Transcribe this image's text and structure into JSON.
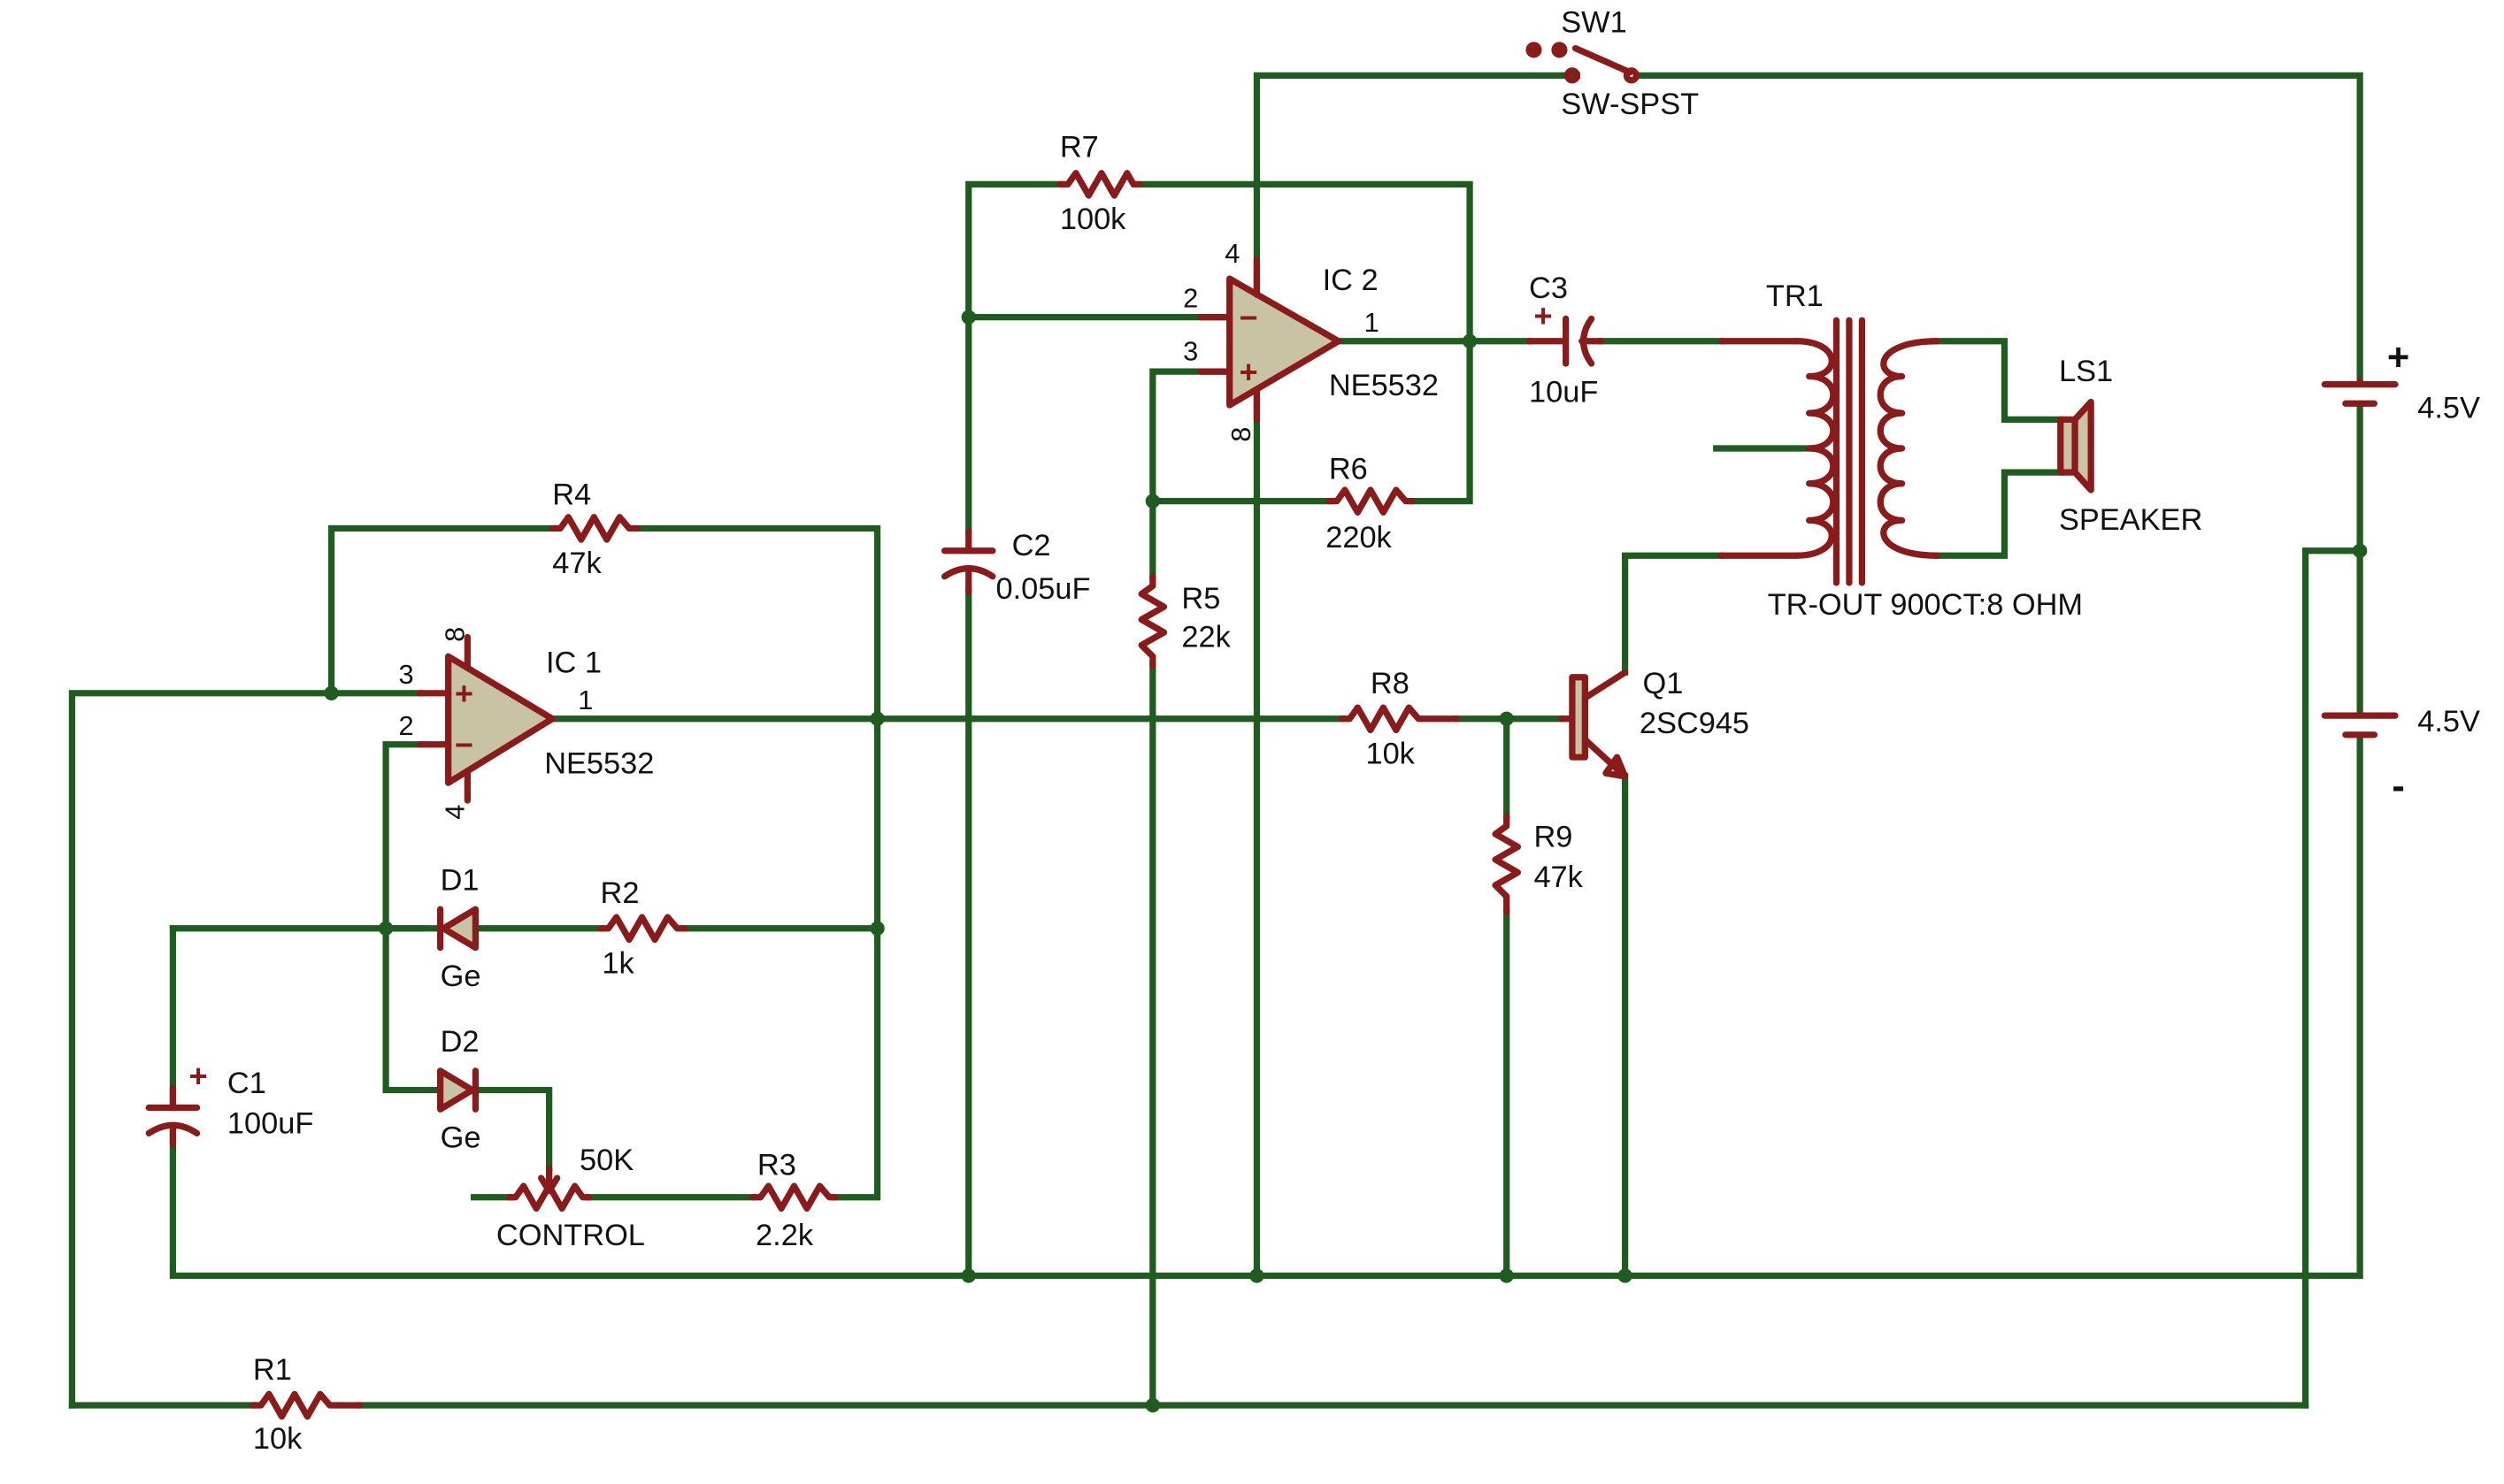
{
  "components": {
    "sw1": {
      "ref": "SW1",
      "type": "SW-SPST"
    },
    "r7": {
      "ref": "R7",
      "value": "100k"
    },
    "r4": {
      "ref": "R4",
      "value": "47k"
    },
    "r6": {
      "ref": "R6",
      "value": "220k"
    },
    "r5": {
      "ref": "R5",
      "value": "22k"
    },
    "r8": {
      "ref": "R8",
      "value": "10k"
    },
    "r9": {
      "ref": "R9",
      "value": "47k"
    },
    "r2": {
      "ref": "R2",
      "value": "1k"
    },
    "r3": {
      "ref": "R3",
      "value": "2.2k"
    },
    "r1": {
      "ref": "R1",
      "value": "10k"
    },
    "pot": {
      "value": "50K",
      "name": "CONTROL"
    },
    "c1": {
      "ref": "C1",
      "value": "100uF"
    },
    "c2": {
      "ref": "C2",
      "value": "0.05uF"
    },
    "c3": {
      "ref": "C3",
      "value": "10uF"
    },
    "d1": {
      "ref": "D1",
      "type": "Ge"
    },
    "d2": {
      "ref": "D2",
      "type": "Ge"
    },
    "ic1": {
      "ref": "IC 1",
      "part": "NE5532",
      "pin_plus": "3",
      "pin_minus": "2",
      "pin_out": "1",
      "pin_top": "8",
      "pin_bottom": "4"
    },
    "ic2": {
      "ref": "IC 2",
      "part": "NE5532",
      "pin_minus": "2",
      "pin_plus": "3",
      "pin_out": "1",
      "pin_top": "4",
      "pin_bottom": "8"
    },
    "q1": {
      "ref": "Q1",
      "part": "2SC945"
    },
    "tr1": {
      "ref": "TR1",
      "type": "TR-OUT 900CT:8 OHM"
    },
    "ls1": {
      "ref": "LS1",
      "type": "SPEAKER"
    },
    "bat1": {
      "value": "4.5V"
    },
    "bat2": {
      "value": "4.5V"
    }
  },
  "symbols": {
    "plus": "+",
    "minus": "-",
    "opamp_plus": "+",
    "opamp_minus": "−"
  },
  "colors": {
    "wire": "#1f5c1f",
    "component": "#8b1a1a",
    "opamp_fill": "#c7c3a4"
  }
}
